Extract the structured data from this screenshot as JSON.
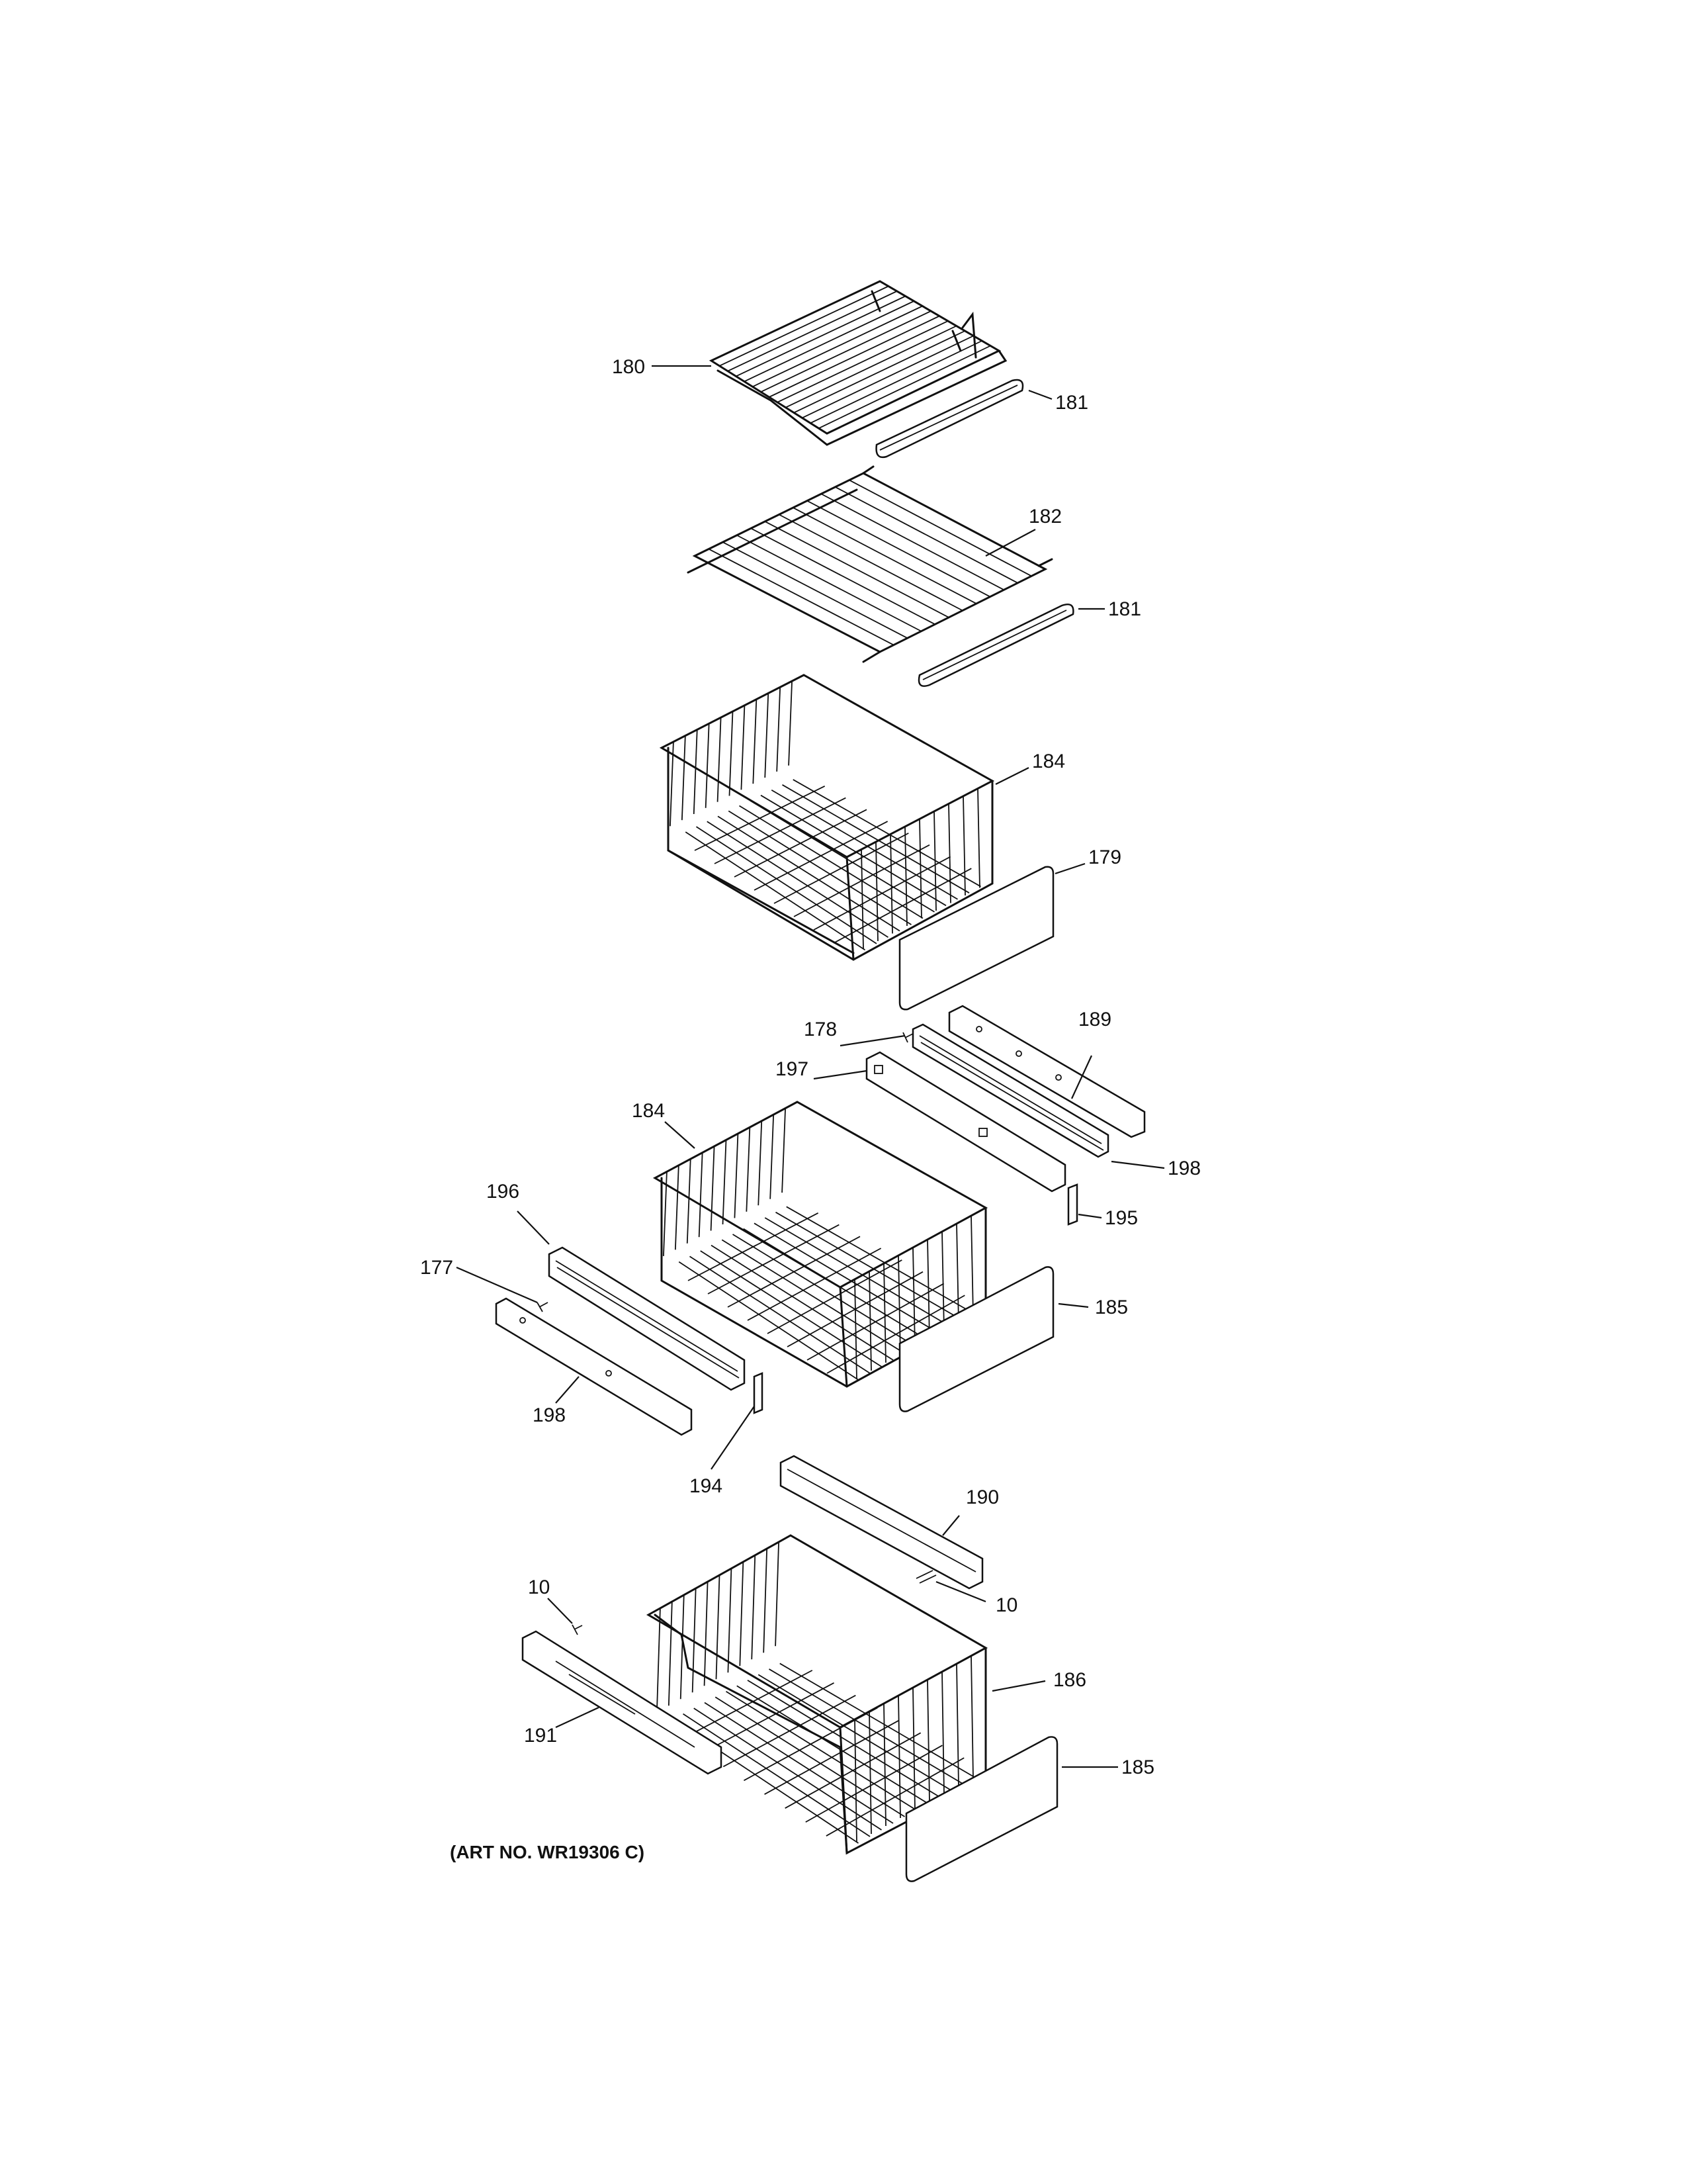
{
  "callouts": {
    "c180": "180",
    "c181a": "181",
    "c182": "182",
    "c181b": "181",
    "c184a": "184",
    "c179": "179",
    "c189": "189",
    "c178": "178",
    "c197": "197",
    "c184b": "184",
    "c198a": "198",
    "c195": "195",
    "c196": "196",
    "c177": "177",
    "c185a": "185",
    "c198b": "198",
    "c194": "194",
    "c190": "190",
    "c10a": "10",
    "c10b": "10",
    "c186": "186",
    "c191": "191",
    "c185b": "185"
  },
  "art_number": "(ART NO. WR19306 C)"
}
